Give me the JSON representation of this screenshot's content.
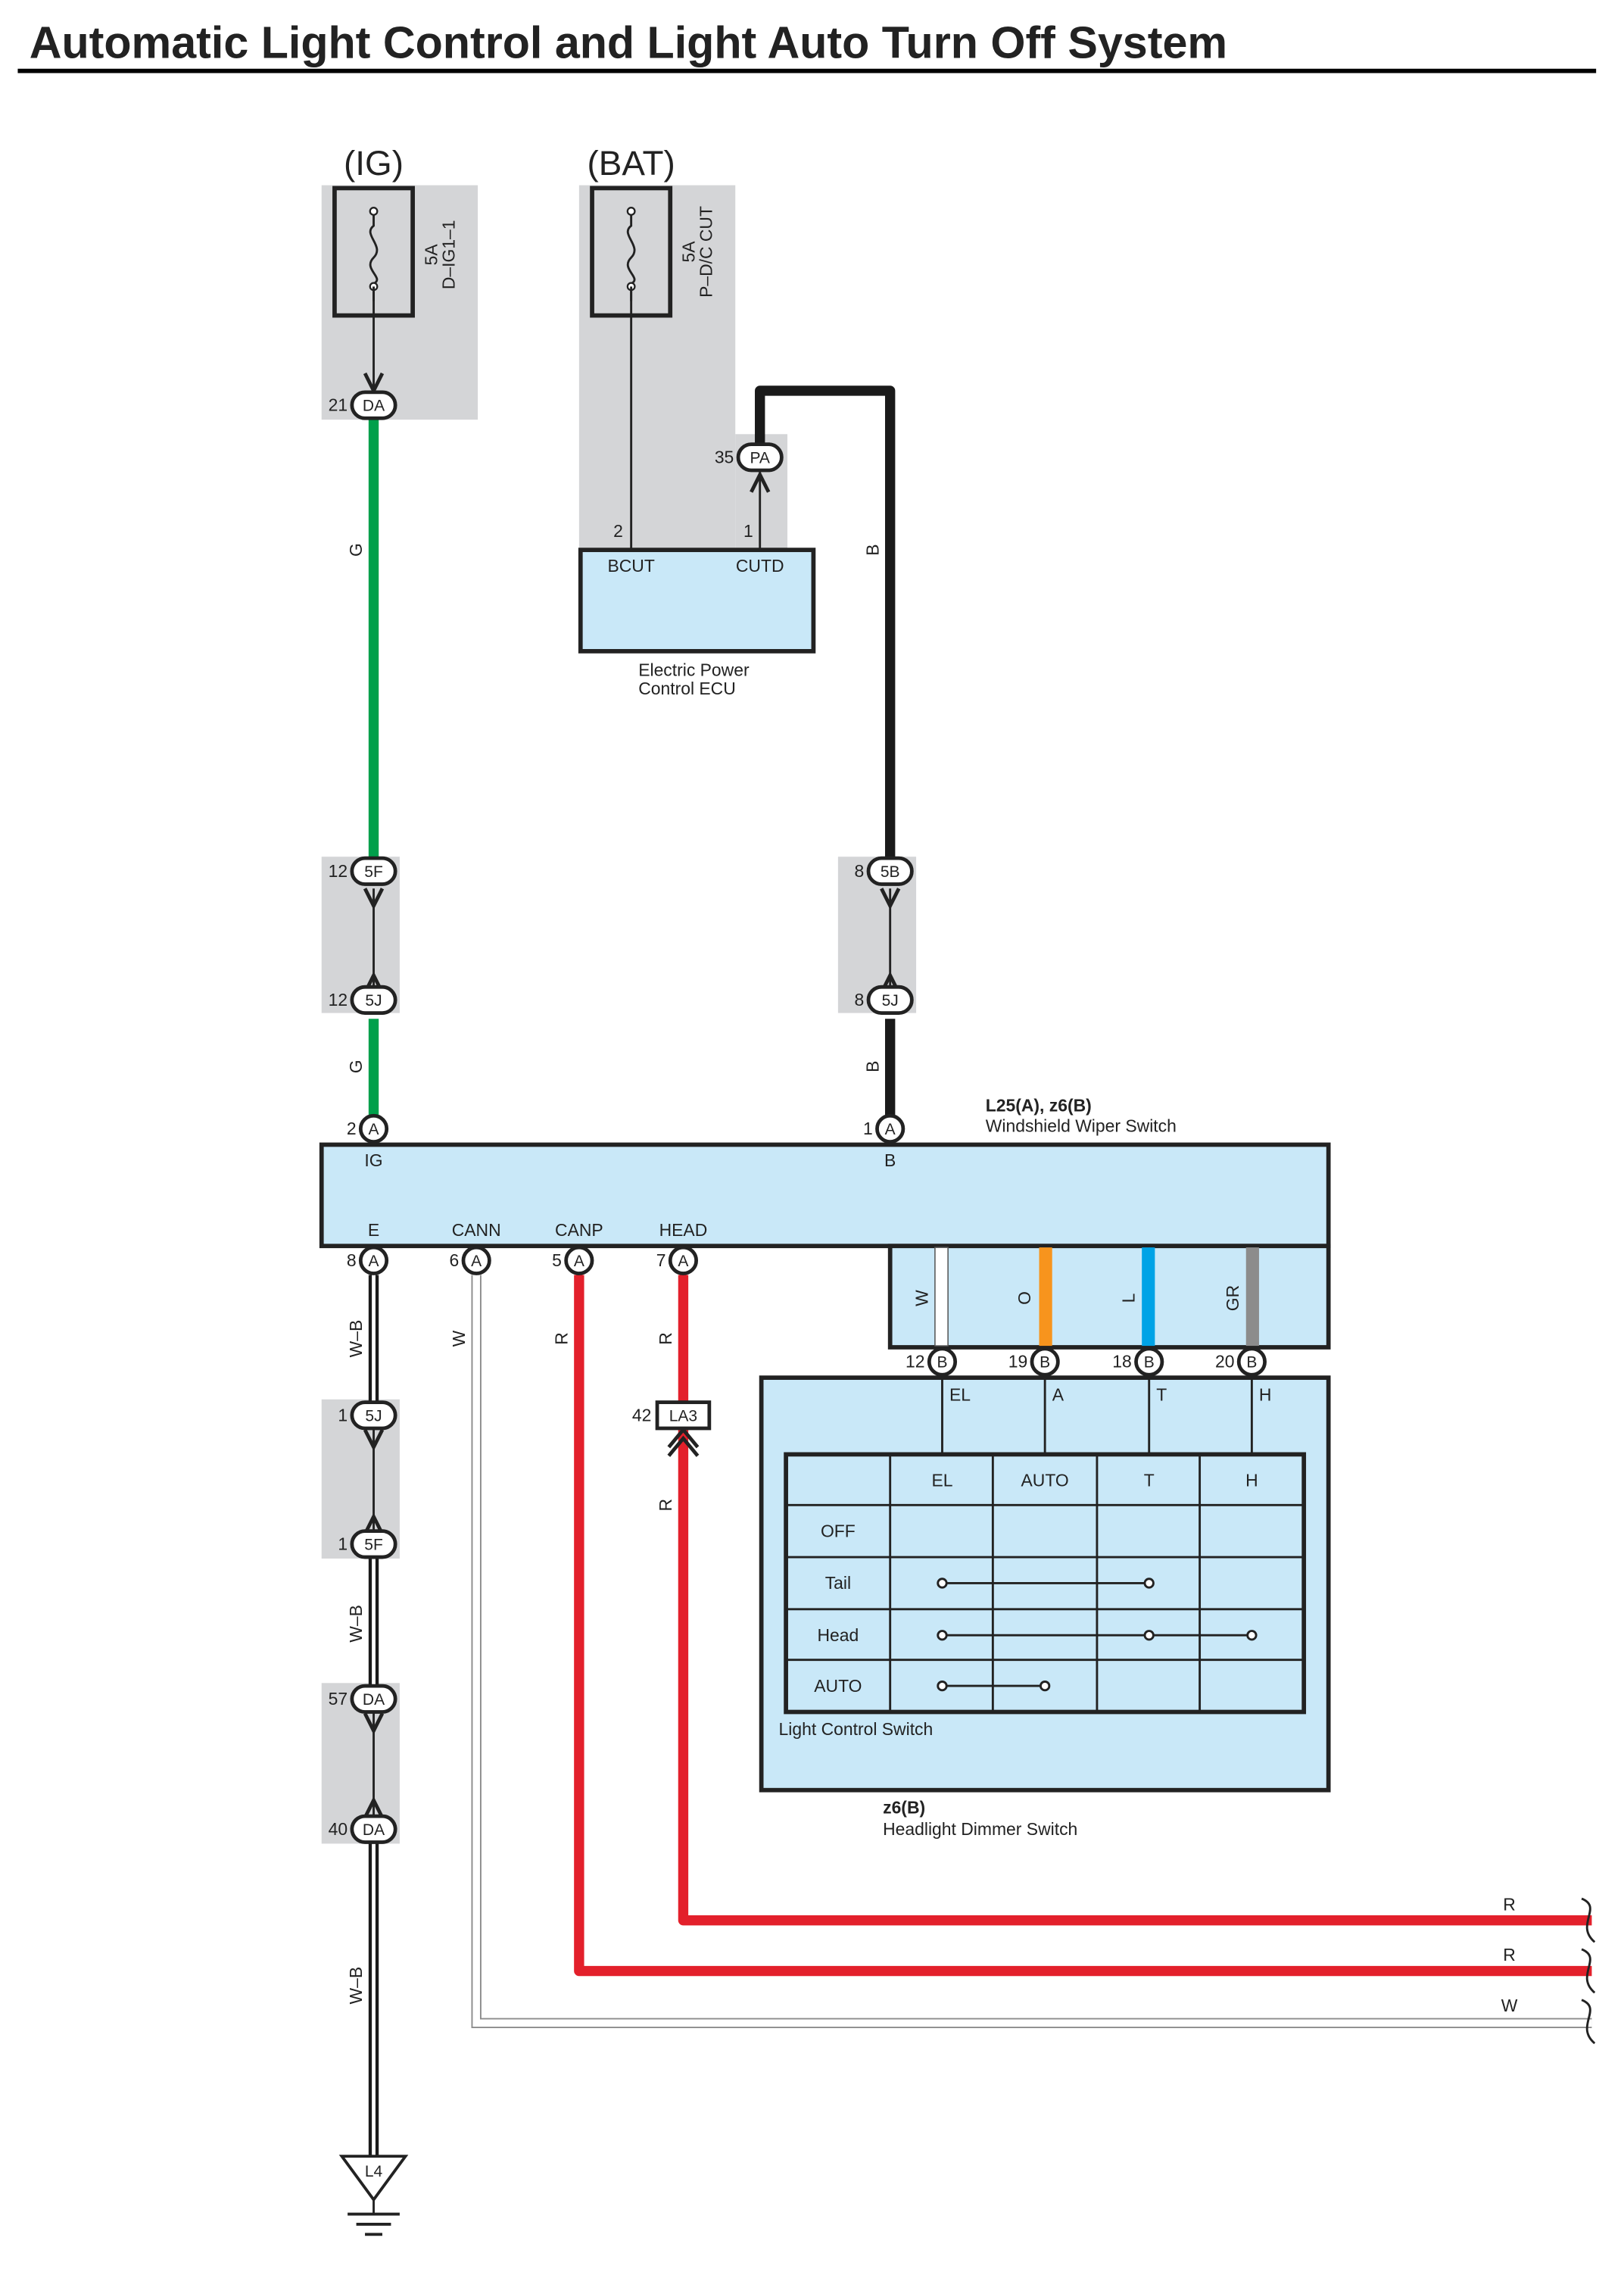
{
  "title": "Automatic Light Control and Light Auto Turn Off System",
  "sources": {
    "ig": {
      "label": "(IG)",
      "rating": "5A",
      "name": "D–IG1–1"
    },
    "bat": {
      "label": "(BAT)",
      "rating": "5A",
      "name": "P–D/C CUT"
    }
  },
  "ecu": {
    "name_line1": "Electric Power",
    "name_line2": "Control ECU",
    "pin_bcut": "BCUT",
    "pin_cutd": "CUTD",
    "pin_bcut_num": "2",
    "pin_cutd_num": "1"
  },
  "wiper_switch": {
    "code": "L25(A), z6(B)",
    "name": "Windshield Wiper Switch",
    "pin_ig": "IG",
    "pin_b": "B",
    "pin_e": "E",
    "pin_cann": "CANN",
    "pin_canp": "CANP",
    "pin_head": "HEAD"
  },
  "dimmer_switch": {
    "code": "z6(B)",
    "name": "Headlight Dimmer Switch",
    "table_title": "Light Control Switch",
    "pins": [
      "EL",
      "A",
      "T",
      "H"
    ],
    "columns": [
      "EL",
      "AUTO",
      "T",
      "H"
    ],
    "rows": [
      "OFF",
      "Tail",
      "Head",
      "AUTO"
    ]
  },
  "connectors": {
    "da_21": {
      "num": "21",
      "code": "DA"
    },
    "pa_35": {
      "num": "35",
      "code": "PA"
    },
    "f5_12": {
      "num": "12",
      "code": "5F"
    },
    "j5_12": {
      "num": "12",
      "code": "5J"
    },
    "b5_8": {
      "num": "8",
      "code": "5B"
    },
    "j5_8": {
      "num": "8",
      "code": "5J"
    },
    "a_2": {
      "num": "2",
      "code": "A"
    },
    "a_1": {
      "num": "1",
      "code": "A"
    },
    "a_8": {
      "num": "8",
      "code": "A"
    },
    "a_6": {
      "num": "6",
      "code": "A"
    },
    "a_5": {
      "num": "5",
      "code": "A"
    },
    "a_7": {
      "num": "7",
      "code": "A"
    },
    "b_12": {
      "num": "12",
      "code": "B"
    },
    "b_19": {
      "num": "19",
      "code": "B"
    },
    "b_18": {
      "num": "18",
      "code": "B"
    },
    "b_20": {
      "num": "20",
      "code": "B"
    },
    "j5_1": {
      "num": "1",
      "code": "5J"
    },
    "f5_1": {
      "num": "1",
      "code": "5F"
    },
    "da_57": {
      "num": "57",
      "code": "DA"
    },
    "da_40": {
      "num": "40",
      "code": "DA"
    },
    "la3_42": {
      "num": "42",
      "code": "LA3"
    }
  },
  "ground": {
    "code": "L4"
  },
  "wire_labels": {
    "g": "G",
    "b": "B",
    "wb": "W–B",
    "w": "W",
    "r": "R",
    "o": "O",
    "l": "L",
    "gr": "GR"
  },
  "wire_colors": {
    "green": "#00a04b",
    "black": "#1a1a1a",
    "red": "#e3202b",
    "orange": "#f7941d",
    "blue": "#00a3e6",
    "gray": "#8c8c8c",
    "component_fill": "#c9e8f8",
    "splice_gray": "#d4d5d7"
  }
}
